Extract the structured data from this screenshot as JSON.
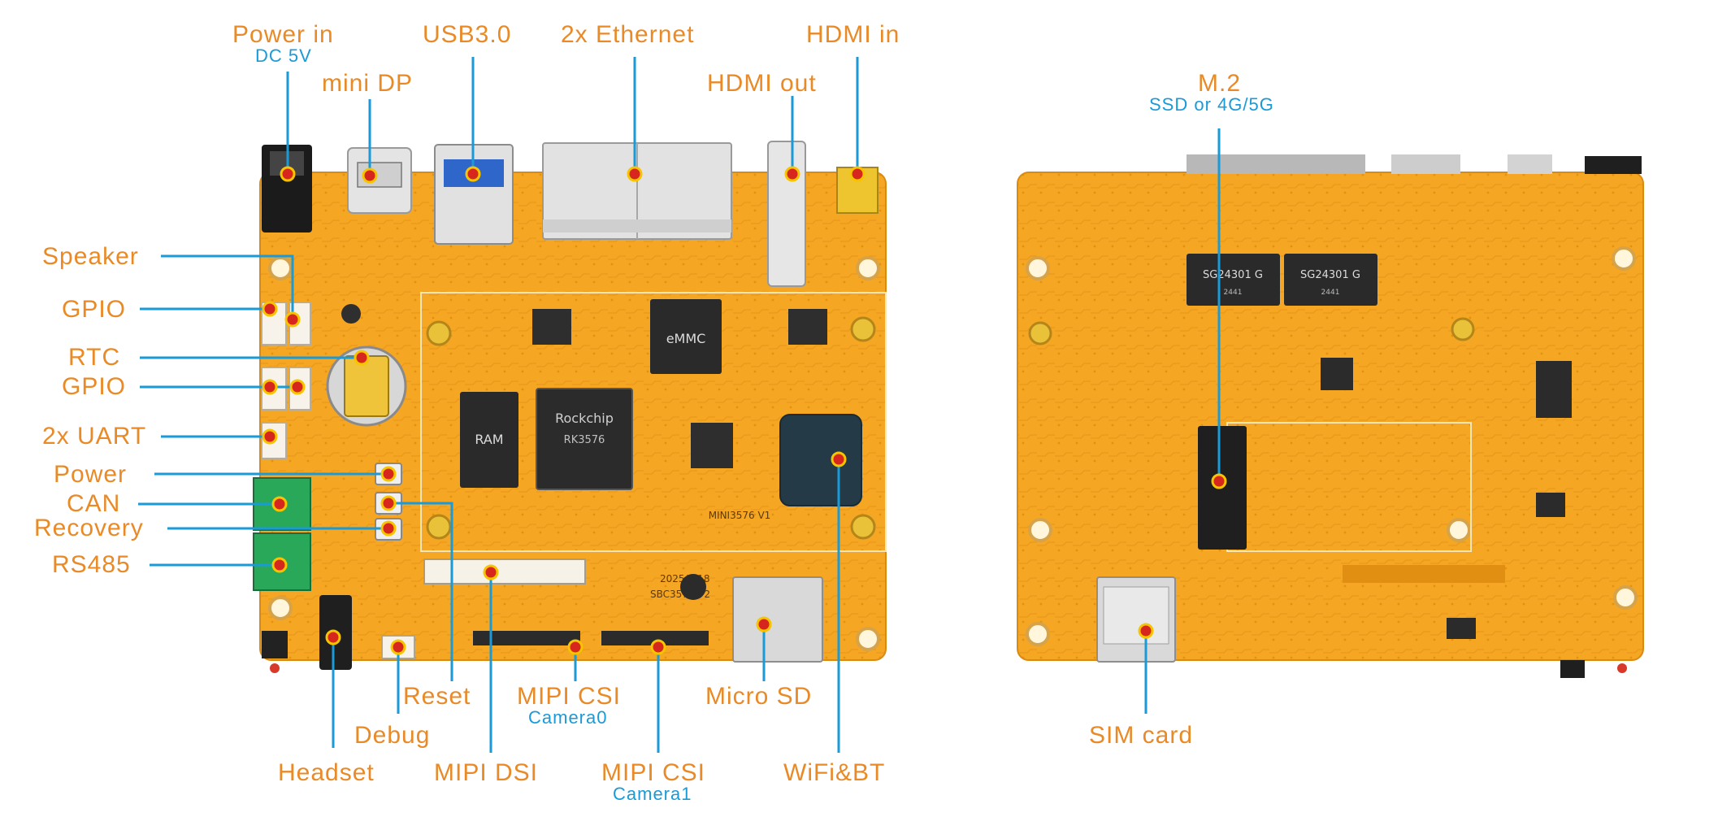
{
  "labels": {
    "power_in": "Power in",
    "power_in_sub": "DC 5V",
    "mini_dp": "mini DP",
    "usb3": "USB3.0",
    "ethernet": "2x Ethernet",
    "hdmi_in": "HDMI in",
    "hdmi_out": "HDMI out",
    "speaker": "Speaker",
    "gpio1": "GPIO",
    "rtc": "RTC",
    "gpio2": "GPIO",
    "uart": "2x UART",
    "power": "Power",
    "can": "CAN",
    "recovery": "Recovery",
    "rs485": "RS485",
    "reset": "Reset",
    "debug": "Debug",
    "headset": "Headset",
    "mipi_dsi": "MIPI DSI",
    "mipi_csi0": "MIPI CSI",
    "mipi_csi0_sub": "Camera0",
    "mipi_csi1": "MIPI CSI",
    "mipi_csi1_sub": "Camera1",
    "micro_sd": "Micro SD",
    "wifi_bt": "WiFi&BT",
    "m2": "M.2",
    "m2_sub": "SSD or 4G/5G",
    "sim_card": "SIM card"
  },
  "board": {
    "emmc": "eMMC",
    "ram": "RAM",
    "soc_brand": "Rockchip",
    "soc_model": "RK3576",
    "som_name": "MINI3576 V1",
    "board_name": "SBC3576-V2",
    "date": "2025/4/18",
    "net_chip": "SG24301 G",
    "net_chip_code": "2441"
  },
  "colors": {
    "label": "#e98a27",
    "sublabel": "#1a9ad6",
    "leader": "#1a9ad6",
    "pcb": "#f5a623",
    "pcb_dark": "#e08f12",
    "dot": "#d7261e"
  }
}
